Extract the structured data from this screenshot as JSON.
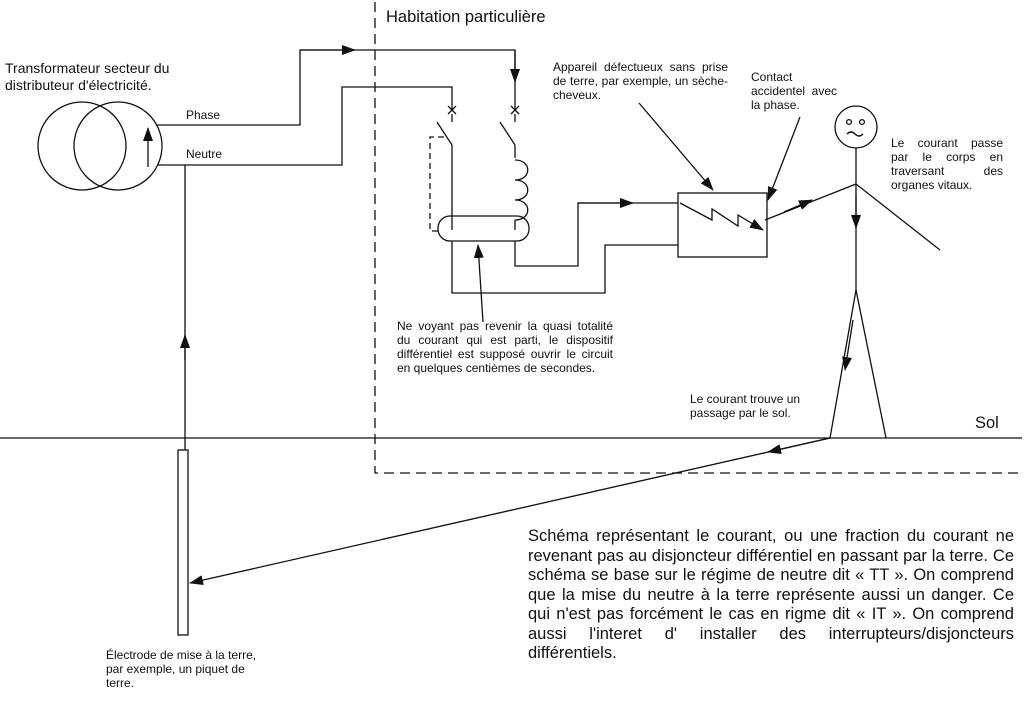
{
  "labels": {
    "transformer": "Transformateur secteur du distributeur d'électricité.",
    "phase": "Phase",
    "neutre": "Neutre",
    "house": "Habitation particulière",
    "appliance": "Appareil défectueux sans prise de terre, par exemple, un sèche-cheveux.",
    "contact": "Contact accidentel avec la phase.",
    "body_current": "Le courant passe par le corps en traversant des organes vitaux.",
    "rcd_note": "Ne voyant pas revenir la quasi totalité du courant qui est parti, le dispositif différentiel est supposé ouvrir le circuit en quelques centièmes de secondes.",
    "ground_path": "Le courant trouve un passage par le sol.",
    "sol": "Sol",
    "electrode": "Électrode de mise à la terre, par exemple, un piquet de terre.",
    "caption": "Schéma représentant le courant, ou une fraction du courant ne revenant pas au disjoncteur différentiel en passant par la terre. Ce schéma se base sur le régime de neutre dit « TT ». On comprend que la mise du neutre à la terre représente aussi un danger. Ce qui n'est pas forcément le cas en rigme dit « IT ». On comprend aussi l'interet d' installer des interrupteurs/disjoncteurs différentiels."
  },
  "colors": {
    "ink": "#111111",
    "background": "#ffffff"
  }
}
